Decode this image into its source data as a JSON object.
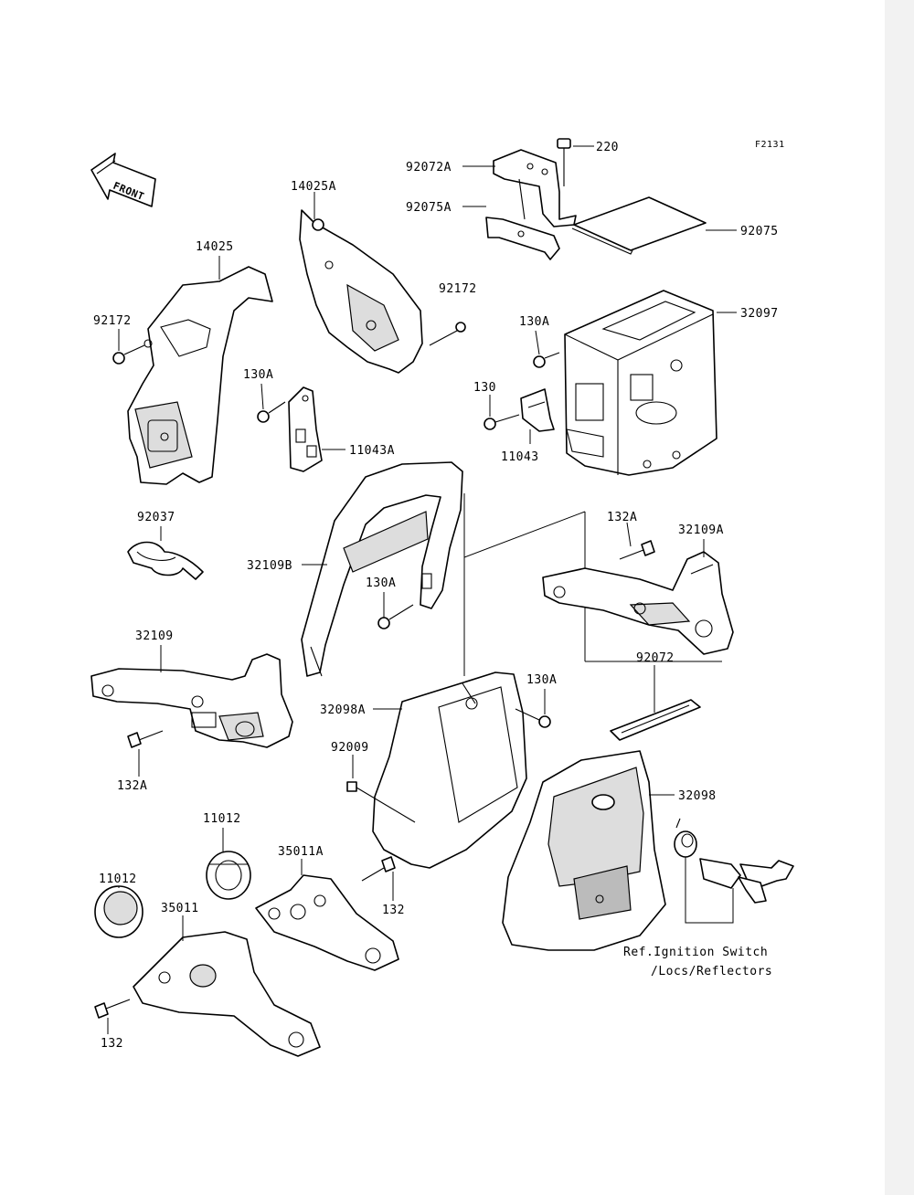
{
  "figure_code": "F2131",
  "front_label": "FRONT",
  "reference_note": [
    "Ref.Ignition Switch",
    "/Locs/Reflectors"
  ],
  "part_labels": {
    "p220": "220",
    "p92072A": "92072A",
    "p92075A": "92075A",
    "p92075": "92075",
    "p14025A": "14025A",
    "p14025": "14025",
    "p92172_left": "92172",
    "p92172_mid": "92172",
    "p130A_top": "130A",
    "p32097": "32097",
    "p130A_left": "130A",
    "p130": "130",
    "p11043A": "11043A",
    "p11043": "11043",
    "p92037": "92037",
    "p132A_top": "132A",
    "p32109A": "32109A",
    "p32109B": "32109B",
    "p130A_mid": "130A",
    "p32109": "32109",
    "p92072": "92072",
    "p32098A": "32098A",
    "p130A_right": "130A",
    "p92009": "92009",
    "p132A_bottom": "132A",
    "p32098": "32098",
    "p11012_top": "11012",
    "p35011A": "35011A",
    "p11012_left": "11012",
    "p35011": "35011",
    "p132_right": "132",
    "p132_left": "132"
  }
}
